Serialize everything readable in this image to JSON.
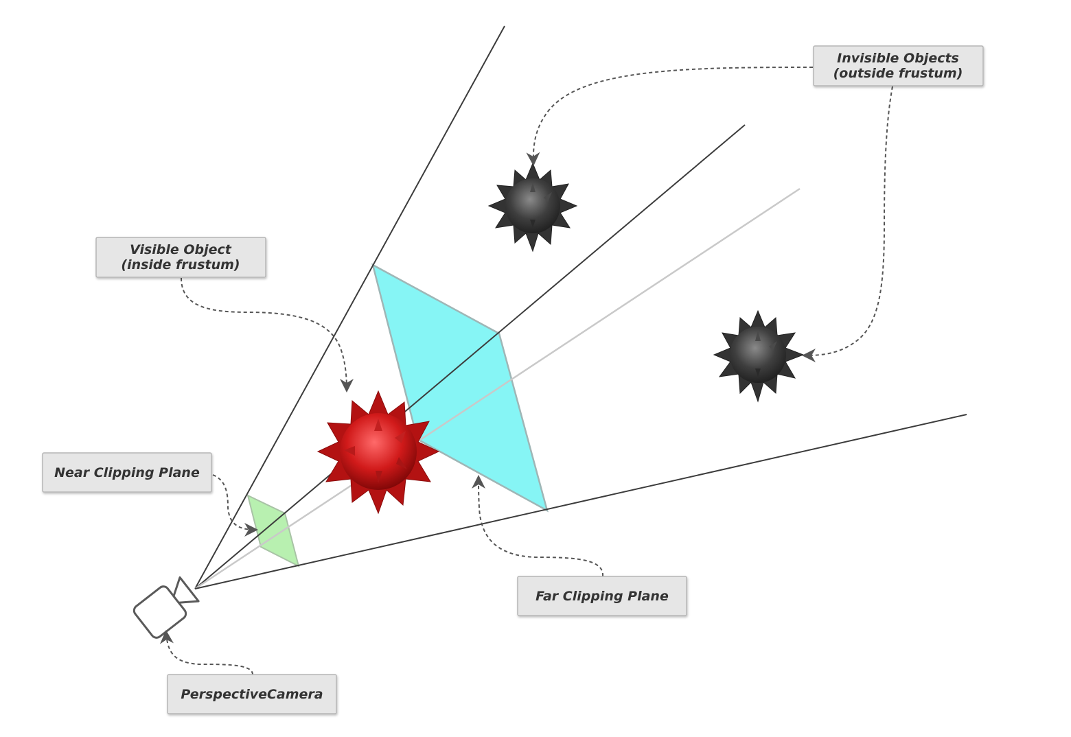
{
  "labels": {
    "invisible_line1": "Invisible Objects",
    "invisible_line2": "(outside frustum)",
    "visible_line1": "Visible Object",
    "visible_line2": "(inside frustum)",
    "near_plane": "Near Clipping Plane",
    "far_plane": "Far Clipping Plane",
    "camera": "PerspectiveCamera"
  },
  "colors": {
    "visible_object": "#d11a1a",
    "invisible_object": "#3a3a3a",
    "far_plane": "#86f5f5",
    "near_plane": "#b8f0b0",
    "label_box": "#e6e6e6",
    "frustum_line": "#3c3c3c"
  },
  "icons": {
    "camera": "camera-icon",
    "visible_object": "spiky-ball-red",
    "invisible_object": "spiky-ball-dark"
  }
}
